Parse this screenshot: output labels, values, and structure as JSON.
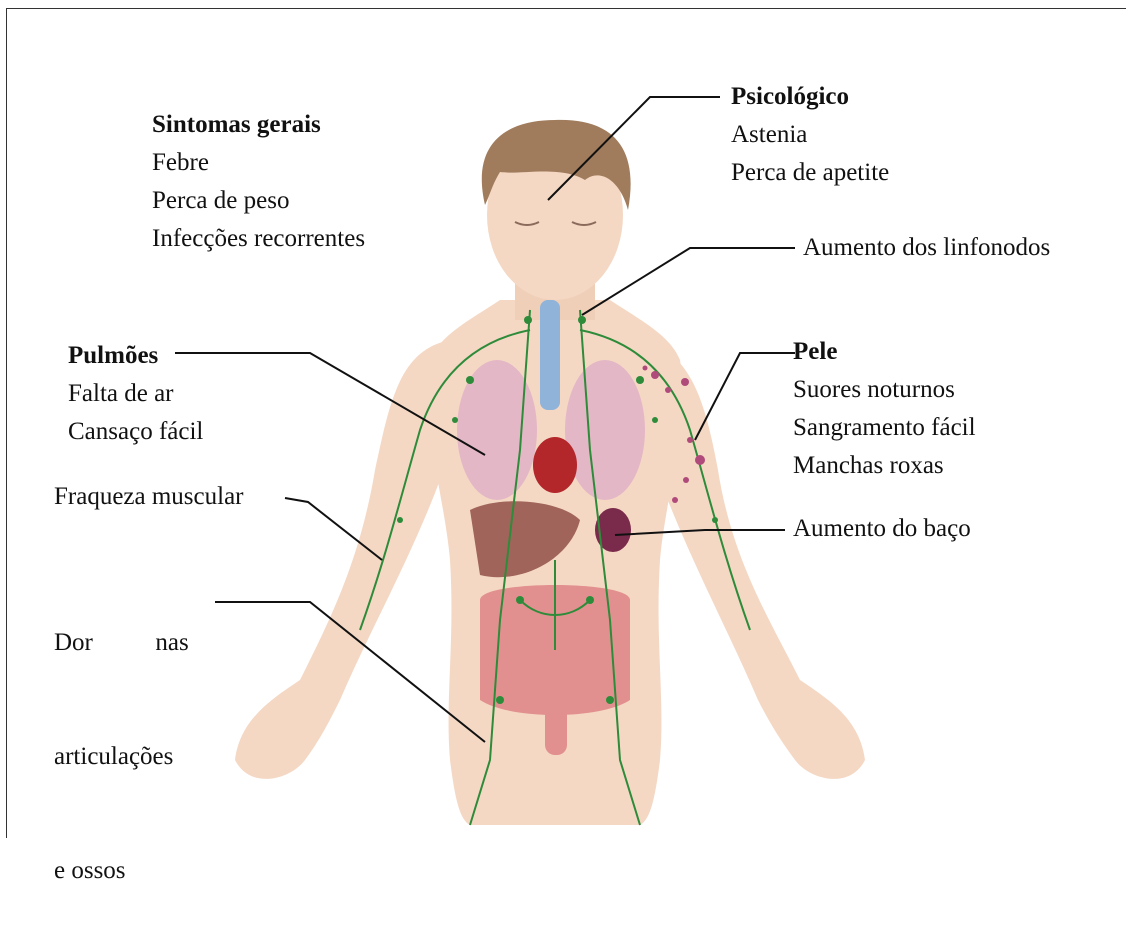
{
  "colors": {
    "skin": "#f4d8c4",
    "skin_shadow": "#e8bfa5",
    "hair": "#a07c5c",
    "lymph": "#2e8b3a",
    "lung": "#e3b7c5",
    "airway": "#8fb3d9",
    "heart": "#b3262a",
    "liver": "#a0645a",
    "spleen": "#7a2a4a",
    "intestine": "#e2908f",
    "skin_spots": "#b04a7a",
    "leader_line": "#111111"
  },
  "labels": {
    "sintomas_gerais": {
      "title": "Sintomas gerais",
      "items": [
        "Febre",
        "Perca de peso",
        "Infecções recorrentes"
      ]
    },
    "psicologico": {
      "title": "Psicológico",
      "items": [
        "Astenia",
        "Perca de apetite"
      ]
    },
    "linfonodos": {
      "text": "Aumento dos linfonodos"
    },
    "pulmoes": {
      "title": "Pulmões",
      "items": [
        "Falta de ar",
        "Cansaço fácil"
      ]
    },
    "pele": {
      "title": "Pele",
      "items": [
        "Suores noturnos",
        "Sangramento fácil",
        "Manchas roxas"
      ]
    },
    "fraqueza": {
      "text": "Fraqueza muscular"
    },
    "baco": {
      "text": "Aumento do baço"
    },
    "articulacoes": {
      "lines": [
        "Dor          nas",
        "articulações",
        "e ossos"
      ]
    }
  }
}
